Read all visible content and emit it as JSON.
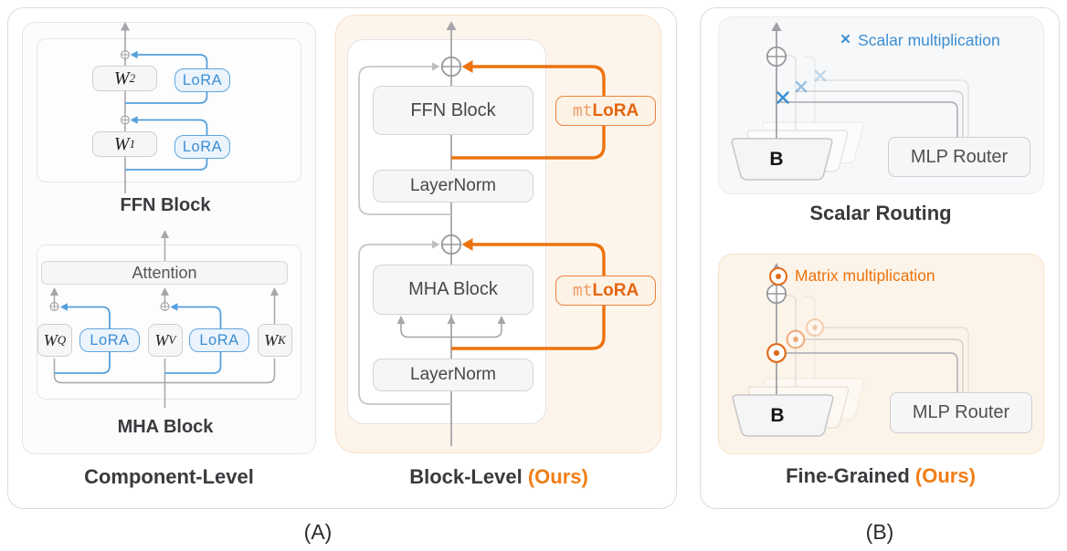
{
  "colors": {
    "accent_blue": "#3d8ed2",
    "accent_orange": "#ed720e"
  },
  "panel_a": {
    "caption": "(A)",
    "component_level": {
      "title": "Component-Level",
      "ffn": {
        "block_label": "FFN Block",
        "lora_label": "LoRA",
        "w_letter": "W",
        "w1_sub": "1",
        "w2_sub": "2"
      },
      "mha": {
        "block_label": "MHA Block",
        "attention_label": "Attention",
        "lora_label": "LoRA",
        "w_letter": "W",
        "wq_sub": "Q",
        "wv_sub": "V",
        "wk_sub": "K"
      }
    },
    "block_level": {
      "title": "Block-Level",
      "title_ours": "(Ours)",
      "ffn_label": "FFN Block",
      "layernorm_top_label": "LayerNorm",
      "mha_label": "MHA Block",
      "layernorm_bottom_label": "LayerNorm",
      "mtlora_mt": "mt",
      "mtlora_lora": "LoRA"
    }
  },
  "panel_b": {
    "caption": "(B)",
    "scalar_routing": {
      "title": "Scalar Routing",
      "legend_symbol": "×",
      "legend_label": "Scalar multiplication",
      "matrix_label": "B",
      "router_label": "MLP Router"
    },
    "fine_grained": {
      "title": "Fine-Grained",
      "title_ours": "(Ours)",
      "legend_label": "Matrix multiplication",
      "matrix_label": "B",
      "router_label": "MLP Router"
    }
  }
}
